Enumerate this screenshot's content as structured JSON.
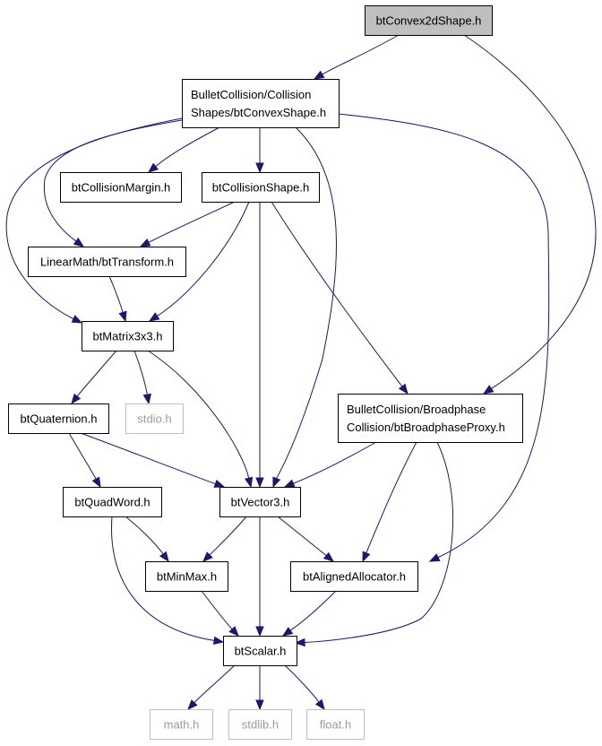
{
  "colors": {
    "edge": "#191970",
    "border": "#000000",
    "grey_border": "#bfbfbf",
    "root_fill": "#bfbfbf",
    "fill": "#ffffff"
  },
  "nodes": [
    {
      "id": "btConvex2dShape",
      "lines": [
        "btConvex2dShape.h"
      ],
      "style": "root"
    },
    {
      "id": "btConvexShape",
      "lines": [
        "BulletCollision/Collision",
        "Shapes/btConvexShape.h"
      ],
      "style": "normal"
    },
    {
      "id": "btCollisionMargin",
      "lines": [
        "btCollisionMargin.h"
      ],
      "style": "normal"
    },
    {
      "id": "btCollisionShape",
      "lines": [
        "btCollisionShape.h"
      ],
      "style": "normal"
    },
    {
      "id": "btTransform",
      "lines": [
        "LinearMath/btTransform.h"
      ],
      "style": "normal"
    },
    {
      "id": "btMatrix3x3",
      "lines": [
        "btMatrix3x3.h"
      ],
      "style": "normal"
    },
    {
      "id": "btQuaternion",
      "lines": [
        "btQuaternion.h"
      ],
      "style": "normal"
    },
    {
      "id": "stdio",
      "lines": [
        "stdio.h"
      ],
      "style": "grey"
    },
    {
      "id": "btBroadphaseProxy",
      "lines": [
        "BulletCollision/Broadphase",
        "Collision/btBroadphaseProxy.h"
      ],
      "style": "normal"
    },
    {
      "id": "btQuadWord",
      "lines": [
        "btQuadWord.h"
      ],
      "style": "normal"
    },
    {
      "id": "btVector3",
      "lines": [
        "btVector3.h"
      ],
      "style": "normal"
    },
    {
      "id": "btMinMax",
      "lines": [
        "btMinMax.h"
      ],
      "style": "normal"
    },
    {
      "id": "btAlignedAllocator",
      "lines": [
        "btAlignedAllocator.h"
      ],
      "style": "normal"
    },
    {
      "id": "btScalar",
      "lines": [
        "btScalar.h"
      ],
      "style": "normal"
    },
    {
      "id": "math",
      "lines": [
        "math.h"
      ],
      "style": "grey"
    },
    {
      "id": "stdlib",
      "lines": [
        "stdlib.h"
      ],
      "style": "grey"
    },
    {
      "id": "float",
      "lines": [
        "float.h"
      ],
      "style": "grey"
    }
  ],
  "edges": [
    {
      "from": "btConvex2dShape",
      "to": "btConvexShape"
    },
    {
      "from": "btConvex2dShape",
      "to": "btBroadphaseProxy"
    },
    {
      "from": "btConvexShape",
      "to": "btCollisionMargin"
    },
    {
      "from": "btConvexShape",
      "to": "btCollisionShape"
    },
    {
      "from": "btConvexShape",
      "to": "btTransform"
    },
    {
      "from": "btConvexShape",
      "to": "btMatrix3x3"
    },
    {
      "from": "btConvexShape",
      "to": "btVector3"
    },
    {
      "from": "btConvexShape",
      "to": "btAlignedAllocator"
    },
    {
      "from": "btCollisionShape",
      "to": "btTransform"
    },
    {
      "from": "btCollisionShape",
      "to": "btMatrix3x3"
    },
    {
      "from": "btCollisionShape",
      "to": "btVector3"
    },
    {
      "from": "btCollisionShape",
      "to": "btBroadphaseProxy"
    },
    {
      "from": "btTransform",
      "to": "btMatrix3x3"
    },
    {
      "from": "btMatrix3x3",
      "to": "btQuaternion"
    },
    {
      "from": "btMatrix3x3",
      "to": "stdio"
    },
    {
      "from": "btMatrix3x3",
      "to": "btVector3"
    },
    {
      "from": "btQuaternion",
      "to": "btQuadWord"
    },
    {
      "from": "btQuaternion",
      "to": "btVector3"
    },
    {
      "from": "btBroadphaseProxy",
      "to": "btVector3"
    },
    {
      "from": "btBroadphaseProxy",
      "to": "btAlignedAllocator"
    },
    {
      "from": "btBroadphaseProxy",
      "to": "btScalar"
    },
    {
      "from": "btQuadWord",
      "to": "btMinMax"
    },
    {
      "from": "btQuadWord",
      "to": "btScalar"
    },
    {
      "from": "btVector3",
      "to": "btMinMax"
    },
    {
      "from": "btVector3",
      "to": "btAlignedAllocator"
    },
    {
      "from": "btVector3",
      "to": "btScalar"
    },
    {
      "from": "btMinMax",
      "to": "btScalar"
    },
    {
      "from": "btAlignedAllocator",
      "to": "btScalar"
    },
    {
      "from": "btScalar",
      "to": "math"
    },
    {
      "from": "btScalar",
      "to": "stdlib"
    },
    {
      "from": "btScalar",
      "to": "float"
    }
  ]
}
